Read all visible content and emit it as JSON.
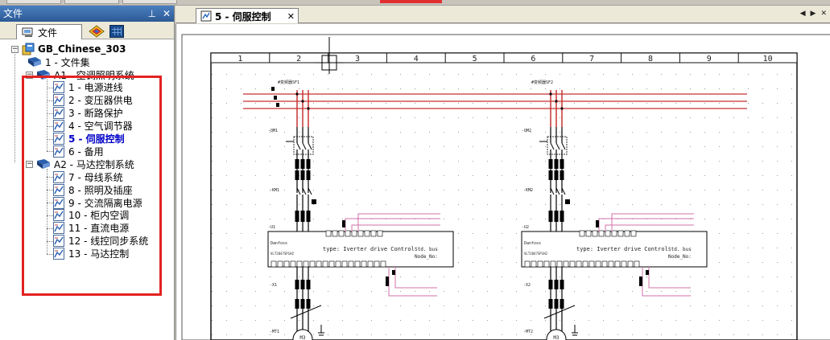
{
  "panel": {
    "title": "文件",
    "pin_glyph": "⊥",
    "close_glyph": "✕",
    "tab_file_label": "文件"
  },
  "tree": {
    "root": "GB_Chinese_303",
    "file_set": "1 - 文件集",
    "groups": [
      {
        "label": "A1 - 空调照明系统",
        "pages": [
          "1 - 电源进线",
          "2 - 变压器供电",
          "3 - 断路保护",
          "4 - 空气调节器",
          "5 - 伺服控制",
          "6 - 备用"
        ]
      },
      {
        "label": "A2 - 马达控制系统",
        "pages": [
          "7 - 母线系统",
          "8 - 照明及插座",
          "9 - 交流隔离电源",
          "10 - 柜内空调",
          "11 - 直流电源",
          "12 - 线控同步系统",
          "13 - 马达控制"
        ]
      }
    ],
    "selected": "5 - 伺服控制"
  },
  "document": {
    "tab_label": "5 - 伺服控制",
    "close_glyph": "✕",
    "nav_left": "◀",
    "nav_right": "▶",
    "nav_close": "✕"
  },
  "drawing": {
    "column_numbers": [
      "1",
      "2",
      "3",
      "4",
      "5",
      "6",
      "7",
      "8",
      "9",
      "10"
    ],
    "circuits": [
      {
        "feed_label": "#变频器SF1",
        "breaker_label": "-QM1",
        "contactor_label": "-KM1",
        "vfd_label": "-U1",
        "vfd_brand": "Danfoss",
        "vfd_model": "VLT2847SP1H2",
        "vfd_type": "type: Iverter drive Control",
        "vfd_bus": "Std. bus",
        "vfd_node": "Node_No:",
        "reactor_label": "-X1",
        "motor_label": "-MT1",
        "motor_text": "M3"
      },
      {
        "feed_label": "#变频器SF2",
        "breaker_label": "-QM2",
        "contactor_label": "-KM2",
        "vfd_label": "-U2",
        "vfd_brand": "Danfoss",
        "vfd_model": "VLT2847SP1H2",
        "vfd_type": "type: Iverter drive Control",
        "vfd_bus": "Std. bus",
        "vfd_node": "Node_No:",
        "reactor_label": "-X2",
        "motor_label": "-MT2",
        "motor_text": "M3"
      }
    ]
  },
  "colors": {
    "title_bar": "#3a6ea5",
    "selection_text": "#0000c8",
    "annotation_box": "#e32222",
    "bus_red": "#c83232",
    "signal_pink": "#d070a8"
  }
}
